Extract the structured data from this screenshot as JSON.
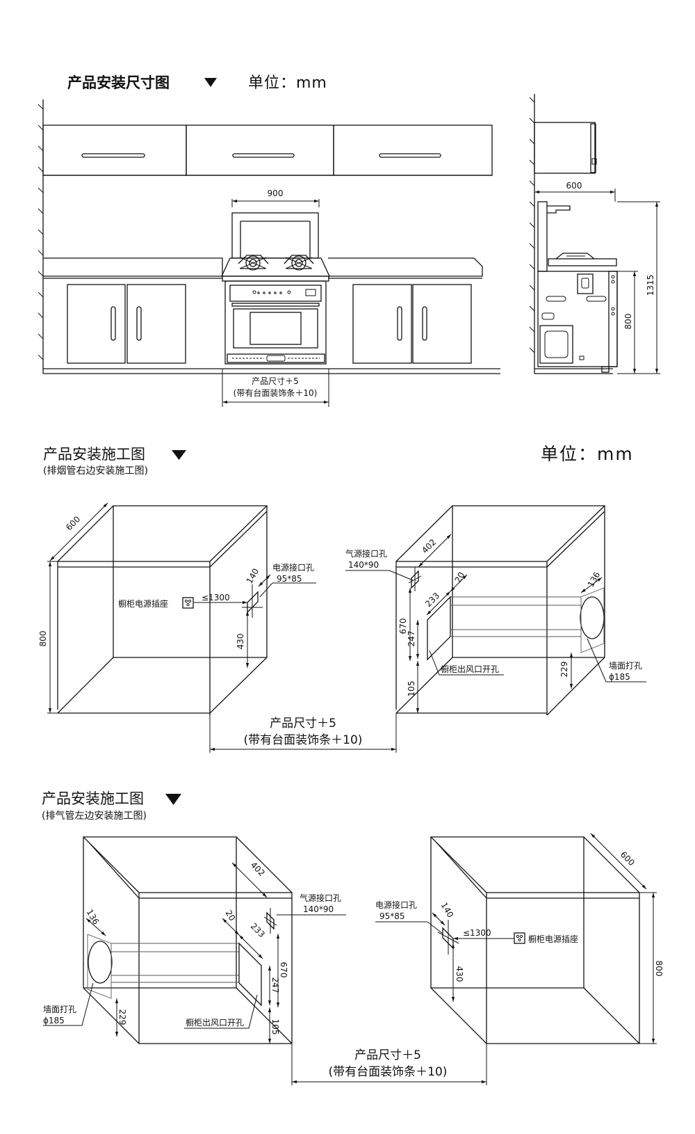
{
  "section1": {
    "title": "产品安装尺寸图",
    "unit": "单位：mm",
    "dim_width": "900",
    "dim_depth": "600",
    "dim_total_height": "1315",
    "dim_counter_height": "800",
    "note_line1": "产品尺寸＋5",
    "note_line2": "(带有台面装饰条＋10)"
  },
  "section2": {
    "title": "产品安装施工图",
    "subtitle": "(排烟管右边安装施工图)",
    "unit": "单位：mm",
    "left_cabinet": {
      "depth": "600",
      "height": "800",
      "power_hole_label": "电源接口孔",
      "power_hole_size": "95*85",
      "power_hole_dim": "140",
      "socket_label": "橱柜电源插座",
      "socket_height": "≤1300",
      "power_hole_height": "430"
    },
    "right_cabinet": {
      "gas_hole_label": "气源接口孔",
      "gas_hole_size": "140*90",
      "gas_hole_dim": "402",
      "vent_gap": "20",
      "vent_width": "233",
      "vent_top": "670",
      "vent_height": "247",
      "vent_bottom": "105",
      "vent_label": "橱柜出风口开孔",
      "wall_hole_label": "墙面打孔",
      "wall_hole_size": "ϕ185",
      "wall_hole_offset": "136",
      "wall_hole_height": "229"
    },
    "note_line1": "产品尺寸＋5",
    "note_line2": "(带有台面装饰条＋10)"
  },
  "section3": {
    "title": "产品安装施工图",
    "subtitle": "(排气管左边安装施工图)",
    "left_cabinet": {
      "wall_hole_offset": "136",
      "wall_hole_label": "墙面打孔",
      "wall_hole_size": "ϕ185",
      "wall_hole_height": "229",
      "gas_hole_dim": "402",
      "gas_hole_label": "气源接口孔",
      "gas_hole_size": "140*90",
      "vent_gap": "20",
      "vent_width": "233",
      "vent_top": "670",
      "vent_height": "247",
      "vent_bottom": "105",
      "vent_label": "橱柜出风口开孔"
    },
    "right_cabinet": {
      "depth": "600",
      "height": "800",
      "power_hole_label": "电源接口孔",
      "power_hole_size": "95*85",
      "power_hole_dim": "140",
      "socket_height": "≤1300",
      "socket_label": "橱柜电源插座",
      "power_hole_height": "430"
    },
    "note_line1": "产品尺寸＋5",
    "note_line2": "(带有台面装饰条＋10)"
  }
}
